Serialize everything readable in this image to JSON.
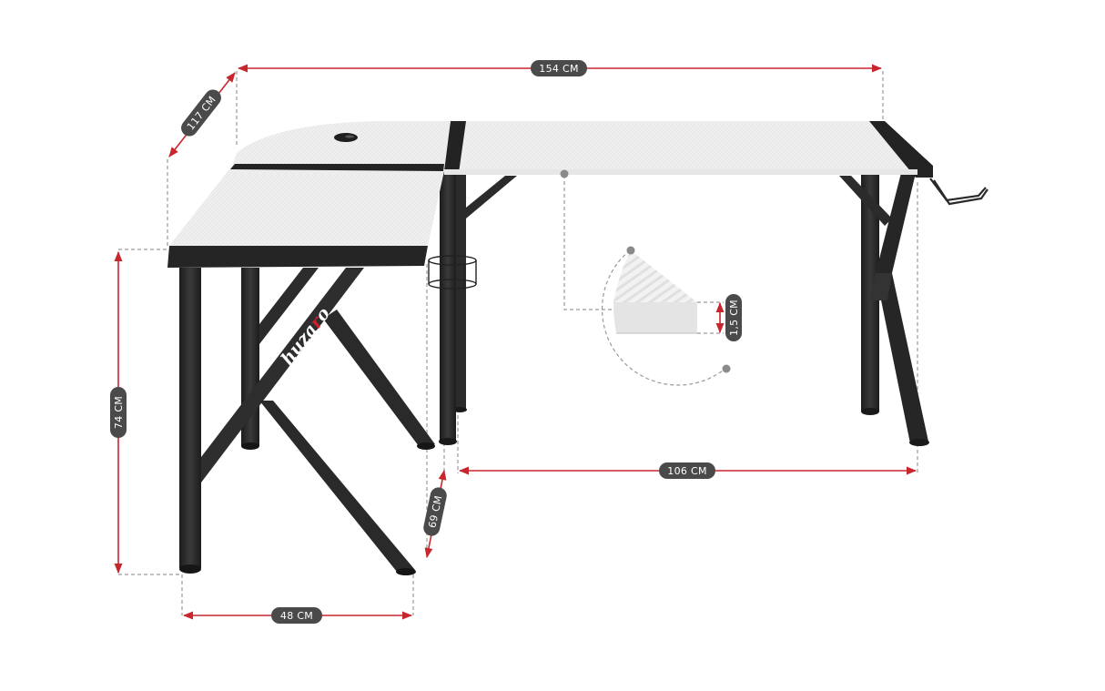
{
  "diagram": {
    "subject": "L-shaped gaming desk",
    "brand": {
      "prefix": "huza",
      "accent_letter": "r",
      "suffix": "o"
    },
    "colors": {
      "dimension_line": "#c8262d",
      "label_bg": "#4a4a4a",
      "label_text": "#ffffff",
      "frame": "#2a2a2a",
      "desktop": "#eeeeee",
      "guide_dash": "#9a9a9a",
      "brand_accent": "#d0202a"
    },
    "dimensions": {
      "total_width": "154 CM",
      "depth_left": "117 CM",
      "height": "74 CM",
      "right_length": "106 CM",
      "left_width": "48 CM",
      "right_depth": "69 CM",
      "top_thickness": "1,5 CM"
    },
    "callouts": [
      "tabletop-thickness-detail",
      "cable-grommet",
      "cup-holder",
      "headphone-hook"
    ]
  }
}
